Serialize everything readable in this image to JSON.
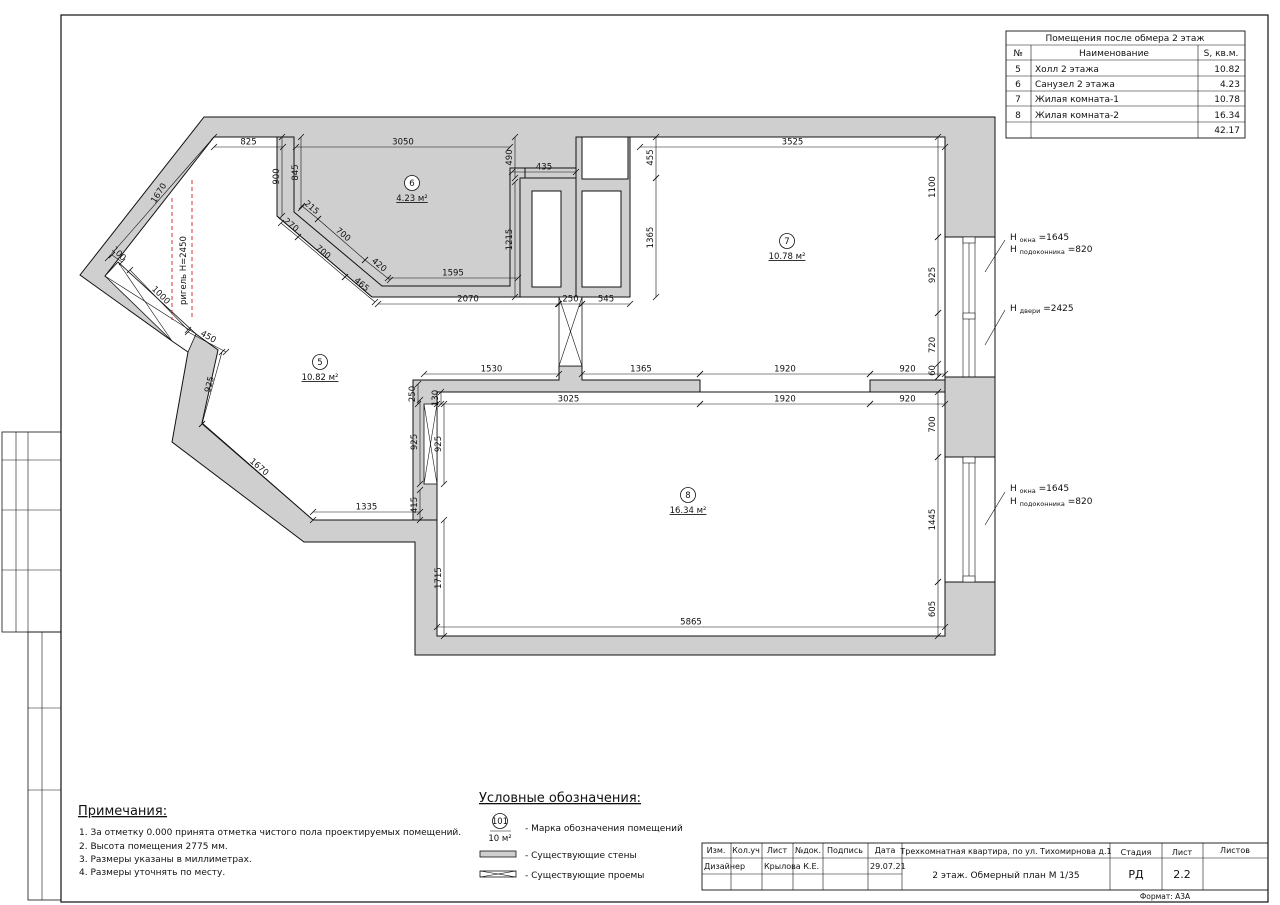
{
  "rooms_table": {
    "title": "Помещения после обмера 2 этаж",
    "headers": [
      "№",
      "Наименование",
      "S, кв.м."
    ],
    "rows": [
      [
        "5",
        "Холл 2 этажа",
        "10.82"
      ],
      [
        "6",
        "Санузел 2 этажа",
        "4.23"
      ],
      [
        "7",
        "Жилая комната-1",
        "10.78"
      ],
      [
        "8",
        "Жилая комната-2",
        "16.34"
      ],
      [
        "",
        "",
        "42.17"
      ]
    ]
  },
  "rooms": [
    {
      "num": "5",
      "area": "10.82 м²"
    },
    {
      "num": "6",
      "area": "4.23 м²"
    },
    {
      "num": "7",
      "area": "10.78 м²"
    },
    {
      "num": "8",
      "area": "16.34 м²"
    }
  ],
  "dimensions": [
    "825",
    "3050",
    "3525",
    "900",
    "845",
    "215",
    "270",
    "700",
    "700",
    "420",
    "465",
    "1595",
    "2070",
    "250",
    "545",
    "435",
    "490",
    "455",
    "1215",
    "1365",
    "1100",
    "925",
    "720",
    "60",
    "1670",
    "1000",
    "100",
    "450",
    "925",
    "1670",
    "1335",
    "415",
    "925",
    "250",
    "130",
    "925",
    "1530",
    "1365",
    "1920",
    "920",
    "3025",
    "1920",
    "920",
    "700",
    "1715",
    "1445",
    "605",
    "5865"
  ],
  "beam_label": "ригель Н=2450",
  "window_notes": [
    {
      "main": "Н",
      "sub": "окна",
      "val": "=1645"
    },
    {
      "main": "Н",
      "sub": "подоконника",
      "val": "=820"
    },
    {
      "main": "Н",
      "sub": "двери",
      "val": "=2425"
    },
    {
      "main": "Н",
      "sub": "окна",
      "val": "=1645"
    },
    {
      "main": "Н",
      "sub": "подоконника",
      "val": "=820"
    }
  ],
  "notes": {
    "title": "Примечания:",
    "items": [
      "1.   За отметку 0.000 принята отметка чистого пола проектируемых помещений.",
      "2.   Высота помещения 2775 мм.",
      "3.   Размеры указаны в миллиметрах.",
      "4.   Размеры уточнять по месту."
    ]
  },
  "legend": {
    "title": "Условные обозначения:",
    "mark_num": "101",
    "mark_area": "10 м²",
    "items": [
      "- Марка обозначения помещений",
      "- Существующие стены",
      "- Существующие проемы"
    ]
  },
  "stamp": {
    "headers": [
      "Изм.",
      "Кол.уч",
      "Лист",
      "№док.",
      "Подпись",
      "Дата"
    ],
    "role": "Дизайнер",
    "person": "Крылова К.Е.",
    "date": "29.07.21",
    "project": "Трехкомнатная квартира,  по ул. Тихомирнова д.1",
    "sheet_title": "2 этаж. Обмерный план М 1/35",
    "stage_label": "Стадия",
    "sheet_label": "Лист",
    "sheets_label": "Листов",
    "stage": "РД",
    "sheet": "2.2",
    "format": "Формат: А3А"
  }
}
